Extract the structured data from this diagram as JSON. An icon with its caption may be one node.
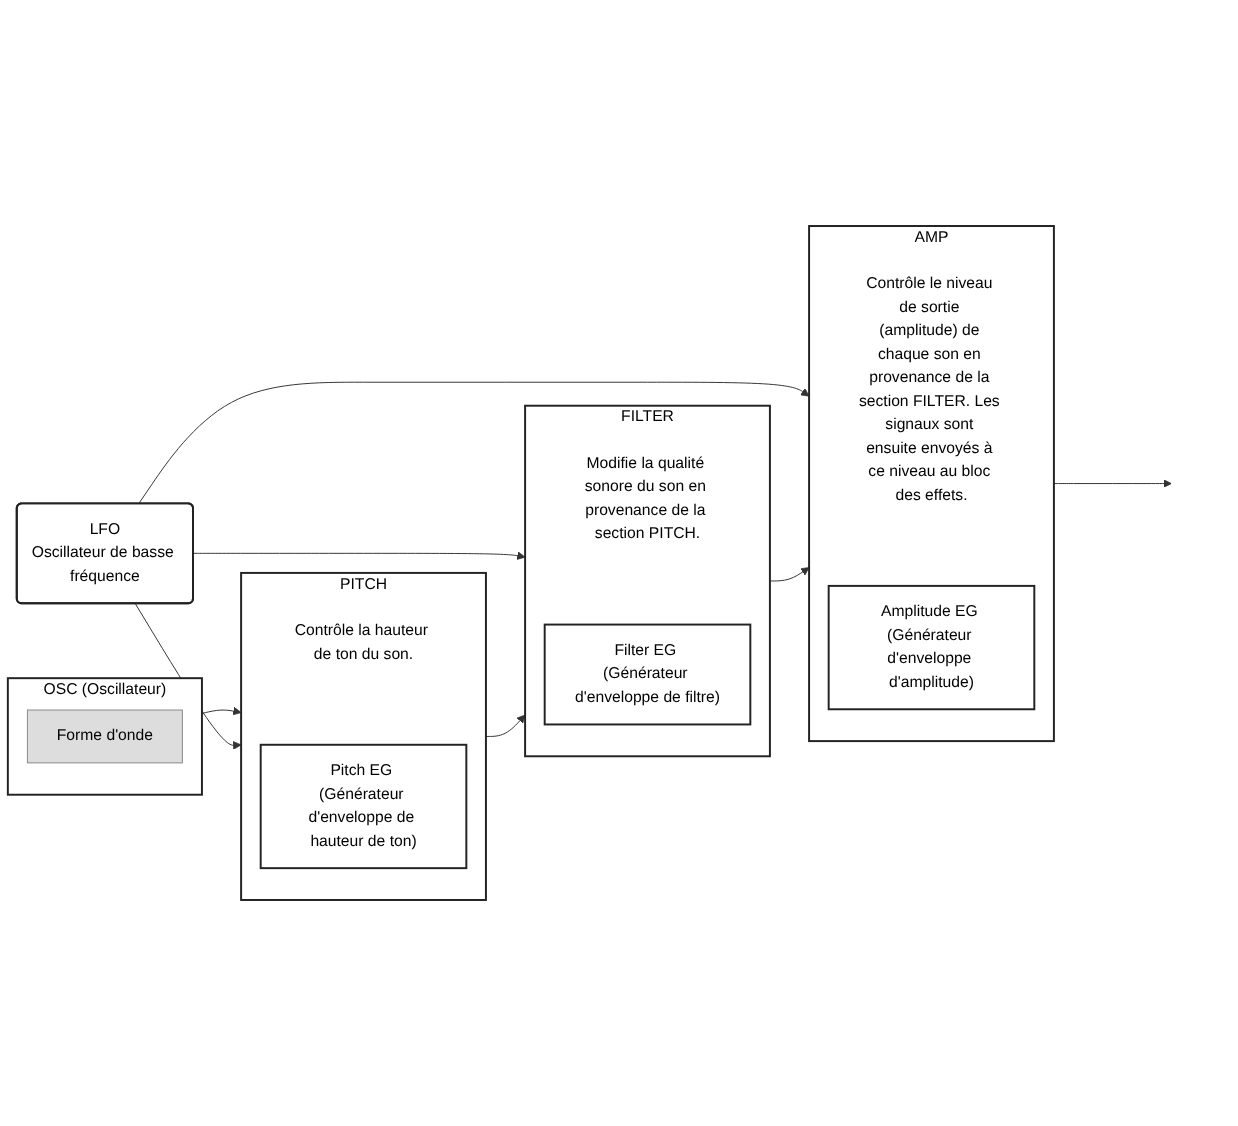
{
  "diagram": {
    "nodes": [
      {
        "text": [
          "OSC (Oscillateur)"
        ]
      },
      {
        "text": [
          "Forme d'onde"
        ],
        "in": 0
      },
      {
        "text": [
          "LFO",
          "Oscillateur de basse fréquence"
        ]
      },
      {
        "text": [
          "PITCH",
          "Contrôle la hauteur de ton du son."
        ]
      },
      {
        "text": [
          "Pitch EG (Générateur d'enveloppe de hauteur de ton)"
        ],
        "in": 3
      },
      {
        "text": [
          "FILTER",
          "Modifie la qualité sonore du son en provenance de la section PITCH."
        ]
      },
      {
        "text": [
          "Filter EG (Générateur d'enveloppe de filtre)"
        ],
        "in": 5
      },
      {
        "text": [
          "AMP",
          "Contrôle le niveau de sortie (amplitude) de chaque son en provenance de la section FILTER. Les signaux sont ensuite envoyés à ce niveau au bloc des effets."
        ]
      },
      {
        "text": [
          "Amplitude EG (Générateur d'enveloppe d'amplitude)"
        ],
        "in": 7
      }
    ],
    "edges": [
      {
        "from": 0,
        "to": 3,
        "arrow": "to"
      },
      {
        "from": 2,
        "to": 3,
        "arrow": "to"
      },
      {
        "from": 2,
        "to": 5,
        "arrow": "to"
      },
      {
        "from": 2,
        "to": 7,
        "arrow": "to"
      },
      {
        "from": 3,
        "to": 5,
        "arrow": "to"
      },
      {
        "from": 5,
        "to": 7,
        "arrow": "to"
      },
      {
        "from": 7,
        "to": null,
        "arrow": "to"
      }
    ]
  }
}
